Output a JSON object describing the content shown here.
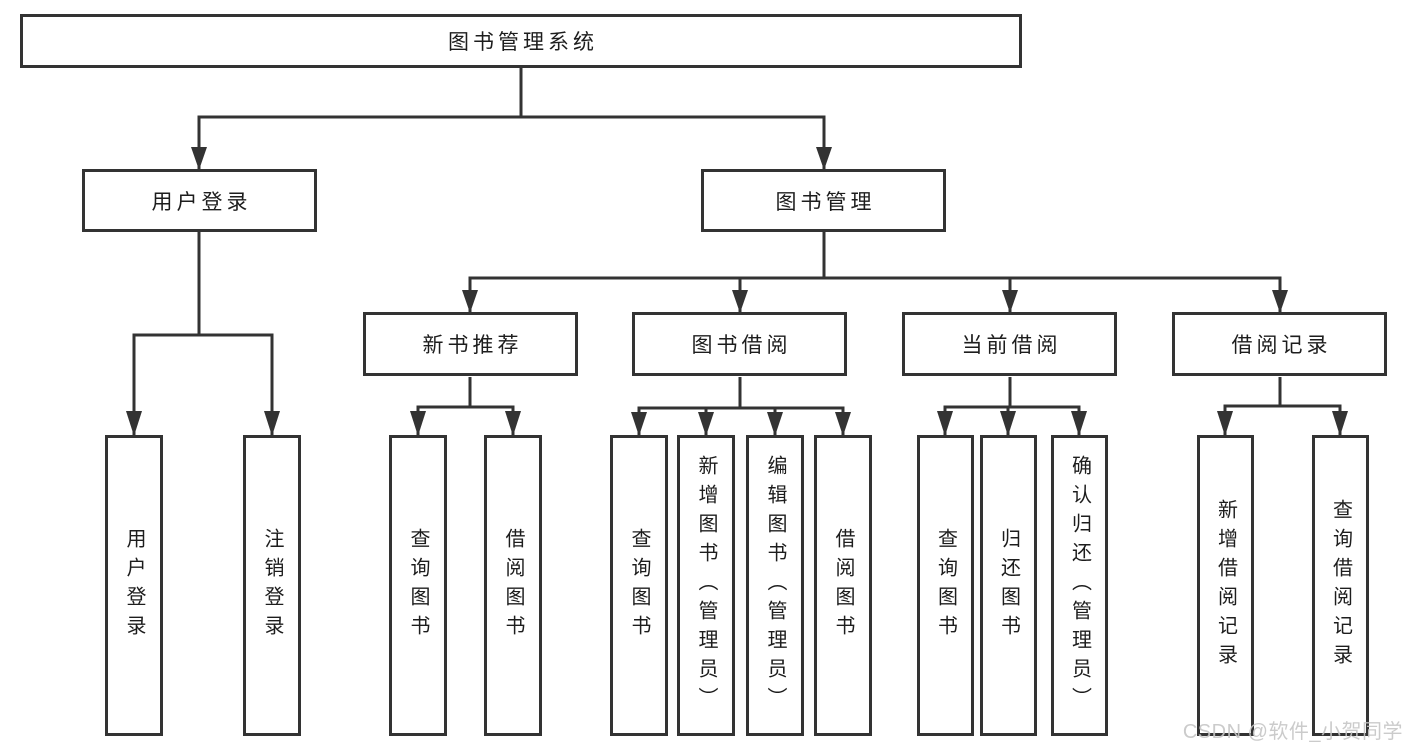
{
  "tree": {
    "root": {
      "label": "图书管理系统"
    },
    "user_login": {
      "label": "用户登录",
      "children": [
        {
          "label": "用户登录"
        },
        {
          "label": "注销登录"
        }
      ]
    },
    "book_management": {
      "label": "图书管理",
      "children": [
        {
          "label": "新书推荐",
          "children": [
            {
              "label": "查询图书"
            },
            {
              "label": "借阅图书"
            }
          ]
        },
        {
          "label": "图书借阅",
          "children": [
            {
              "label": "查询图书"
            },
            {
              "label": "新增图书（管理员）"
            },
            {
              "label": "编辑图书（管理员）"
            },
            {
              "label": "借阅图书"
            }
          ]
        },
        {
          "label": "当前借阅",
          "children": [
            {
              "label": "查询图书"
            },
            {
              "label": "归还图书"
            },
            {
              "label": "确认归还（管理员）"
            }
          ]
        },
        {
          "label": "借阅记录",
          "children": [
            {
              "label": "新增借阅记录"
            },
            {
              "label": "查询借阅记录"
            }
          ]
        }
      ]
    }
  },
  "watermark": {
    "text": "CSDN @软件_小贺同学"
  },
  "colors": {
    "line": "#333333",
    "box_border": "#333333",
    "box_fill": "#ffffff",
    "text": "#1d1d1d",
    "watermark": "#c6c6c6"
  }
}
